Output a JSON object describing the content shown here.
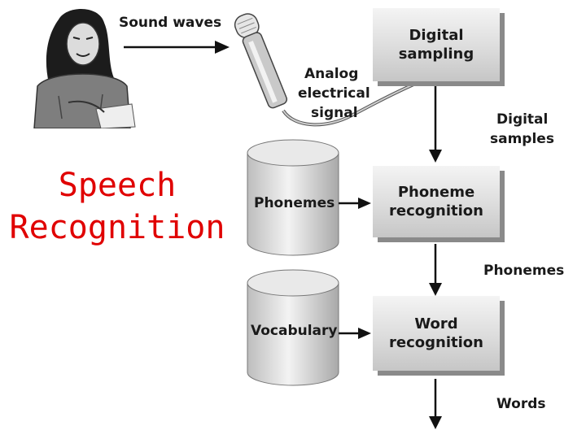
{
  "title": {
    "line1": "Speech",
    "line2": "Recognition"
  },
  "labels": {
    "sound_waves": "Sound waves",
    "analog_line1": "Analog",
    "analog_line2": "electrical",
    "analog_line3": "signal",
    "digital_samples_line1": "Digital",
    "digital_samples_line2": "samples",
    "phonemes_out": "Phonemes",
    "words": "Words"
  },
  "boxes": {
    "digital_sampling": {
      "line1": "Digital",
      "line2": "sampling"
    },
    "phoneme_recognition": {
      "line1": "Phoneme",
      "line2": "recognition"
    },
    "word_recognition": {
      "line1": "Word",
      "line2": "recognition"
    }
  },
  "cylinders": {
    "phonemes": "Phonemes",
    "vocabulary": "Vocabulary"
  }
}
